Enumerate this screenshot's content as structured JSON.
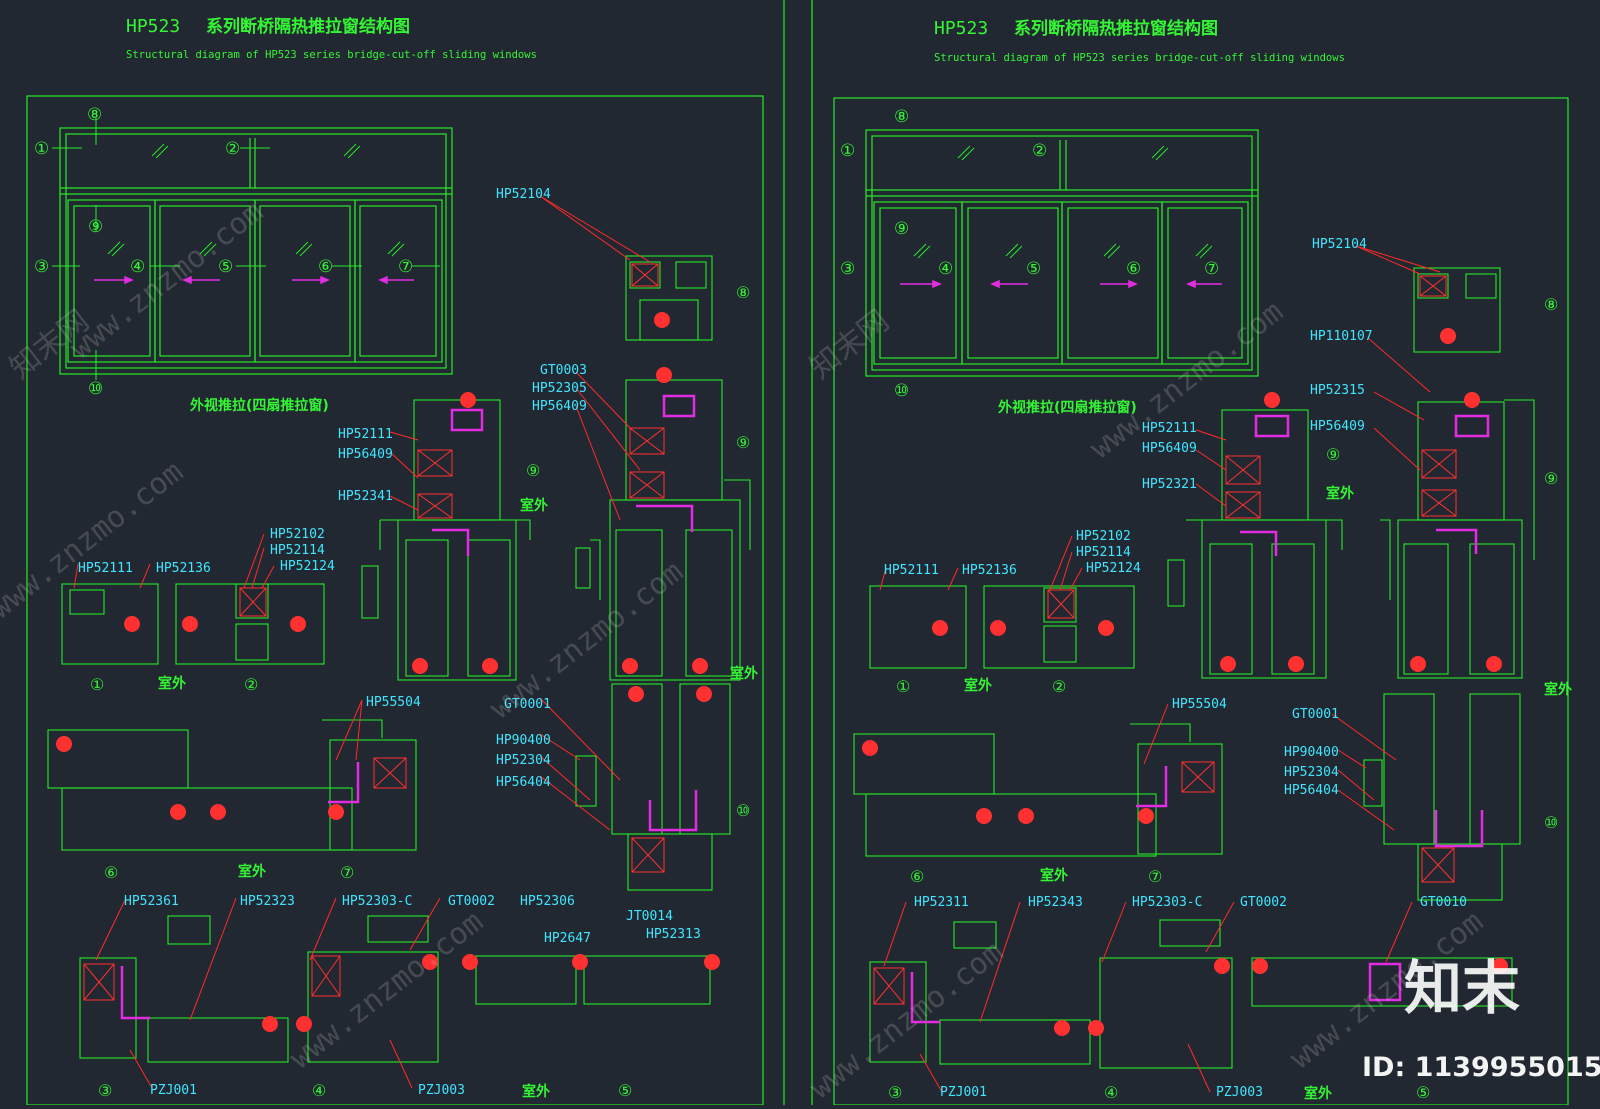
{
  "colors": {
    "background": "#222831",
    "frame_line": "#27e827",
    "label_cyan": "#3fe6ff",
    "title_green": "#34f534",
    "leader_red": "#ff2a2a",
    "thermal_break": "#e22ce2",
    "detail_red": "#ff3030",
    "watermark": "#c8c8c8"
  },
  "sheets": [
    {
      "title_code": "HP523",
      "title_cn": "系列断桥隔热推拉窗结构图",
      "title_en": "Structural diagram of HP523 series bridge-cut-off sliding windows",
      "elevation_caption": "外视推拉(四扇推拉窗)",
      "outside_label": "室外",
      "circle_numbers": [
        "①",
        "②",
        "③",
        "④",
        "⑤",
        "⑥",
        "⑦",
        "⑧",
        "⑨",
        "⑩"
      ],
      "part_labels": {
        "top_detail": [
          "HP52104"
        ],
        "mid_right_detail": [
          "GT0003",
          "HP52305",
          "HP56409"
        ],
        "mid_left_detail": [
          "HP52111",
          "HP56409",
          "HP52341"
        ],
        "joint_1_2": [
          "HP52111",
          "HP52136",
          "HP52102",
          "HP52114",
          "HP52124"
        ],
        "bottom_right_detail": [
          "GT0001",
          "HP90400",
          "HP52304",
          "HP56404"
        ],
        "joint_6_7": [
          "HP55504"
        ],
        "joint_3_4_5": [
          "HP52361",
          "HP52323",
          "HP52303-C",
          "GT0002",
          "HP52306",
          "HP2647",
          "JT0014",
          "HP52313",
          "PZJ001",
          "PZJ003"
        ]
      }
    },
    {
      "title_code": "HP523",
      "title_cn": "系列断桥隔热推拉窗结构图",
      "title_en": "Structural diagram of HP523 series bridge-cut-off sliding windows",
      "elevation_caption": "外视推拉(四扇推拉窗)",
      "outside_label": "室外",
      "circle_numbers": [
        "①",
        "②",
        "③",
        "④",
        "⑤",
        "⑥",
        "⑦",
        "⑧",
        "⑨",
        "⑩"
      ],
      "part_labels": {
        "top_detail": [
          "HP52104",
          "HP110107"
        ],
        "mid_right_detail": [
          "HP52315",
          "HP56409"
        ],
        "mid_left_detail": [
          "HP52111",
          "HP56409",
          "HP52321"
        ],
        "joint_1_2": [
          "HP52111",
          "HP52136",
          "HP52102",
          "HP52114",
          "HP52124"
        ],
        "bottom_right_detail": [
          "GT0001",
          "HP90400",
          "HP52304",
          "HP56404"
        ],
        "joint_6_7": [
          "HP55504"
        ],
        "joint_3_4_5": [
          "HP52311",
          "HP52343",
          "HP52303-C",
          "GT0002",
          "GT0010",
          "PZJ001",
          "PZJ003"
        ]
      }
    }
  ],
  "watermarks": {
    "url_text": "www.znzmo.com",
    "brand_cn": "知末网",
    "logo_text": "知末",
    "id_label": "ID: 1139955015"
  }
}
